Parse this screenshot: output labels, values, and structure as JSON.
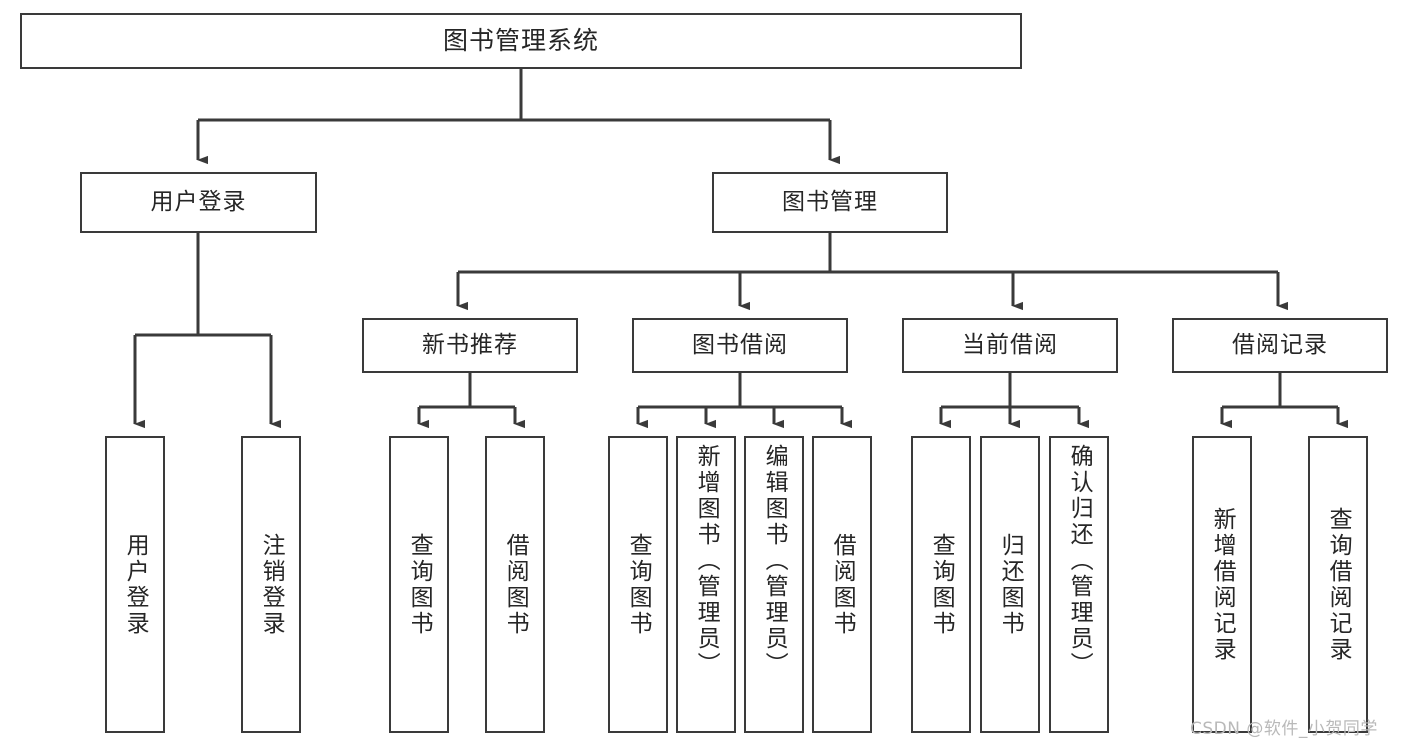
{
  "diagram": {
    "title": "图书管理系统",
    "type": "tree-hierarchy-chart",
    "watermark": "CSDN @软件_小贺同学",
    "colors": {
      "box_border": "#3a3a3a",
      "edge": "#3a3a3a",
      "text": "#262626",
      "background": "#ffffff",
      "watermark": "#b9b9b9"
    },
    "root": {
      "label": "图书管理系统"
    },
    "level2": [
      {
        "label": "用户登录"
      },
      {
        "label": "图书管理"
      }
    ],
    "level3": [
      {
        "label": "新书推荐"
      },
      {
        "label": "图书借阅"
      },
      {
        "label": "当前借阅"
      },
      {
        "label": "借阅记录"
      }
    ],
    "leaves": {
      "user_login": [
        {
          "label": "用户登录"
        },
        {
          "label": "注销登录"
        }
      ],
      "new_book_recommend": [
        {
          "label": "查询图书"
        },
        {
          "label": "借阅图书"
        }
      ],
      "book_borrow": [
        {
          "label": "查询图书"
        },
        {
          "label": "新增图书（管理员）"
        },
        {
          "label": "编辑图书（管理员）"
        },
        {
          "label": "借阅图书"
        }
      ],
      "current_borrow": [
        {
          "label": "查询图书"
        },
        {
          "label": "归还图书"
        },
        {
          "label": "确认归还（管理员）"
        }
      ],
      "borrow_record": [
        {
          "label": "新增借阅记录"
        },
        {
          "label": "查询借阅记录"
        }
      ]
    }
  }
}
